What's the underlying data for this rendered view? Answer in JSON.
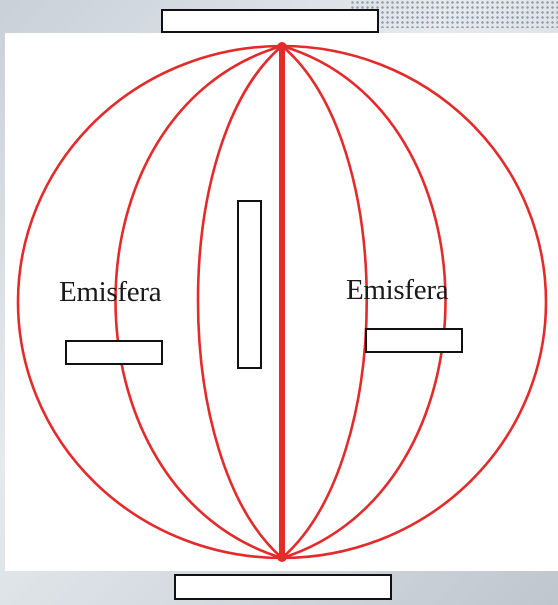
{
  "diagram": {
    "hemisphere_labels": [
      "Emisfera",
      "Emisfera"
    ],
    "line_color": "#e32b2b",
    "blank_boxes": [
      "north-pole",
      "meridian",
      "west-hemisphere",
      "east-hemisphere",
      "south-pole"
    ]
  }
}
